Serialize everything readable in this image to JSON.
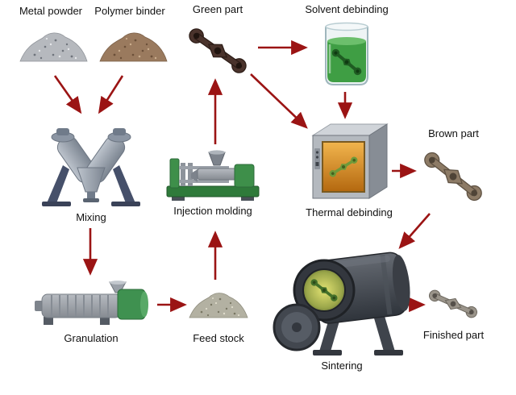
{
  "diagram": {
    "type": "process-flow",
    "nodes": {
      "metal_powder": {
        "label": "Metal powder"
      },
      "polymer_binder": {
        "label": "Polymer binder"
      },
      "green_part": {
        "label": "Green part"
      },
      "solvent_debinding": {
        "label": "Solvent debinding"
      },
      "mixing": {
        "label": "Mixing"
      },
      "injection_molding": {
        "label": "Injection molding"
      },
      "thermal_debinding": {
        "label": "Thermal debinding"
      },
      "brown_part": {
        "label": "Brown part"
      },
      "granulation": {
        "label": "Granulation"
      },
      "feed_stock": {
        "label": "Feed stock"
      },
      "sintering": {
        "label": "Sintering"
      },
      "finished_part": {
        "label": "Finished part"
      }
    },
    "edges": [
      {
        "from": "metal_powder",
        "to": "mixing"
      },
      {
        "from": "polymer_binder",
        "to": "mixing"
      },
      {
        "from": "mixing",
        "to": "granulation"
      },
      {
        "from": "granulation",
        "to": "feed_stock"
      },
      {
        "from": "feed_stock",
        "to": "injection_molding"
      },
      {
        "from": "injection_molding",
        "to": "green_part"
      },
      {
        "from": "green_part",
        "to": "solvent_debinding"
      },
      {
        "from": "green_part",
        "to": "thermal_debinding"
      },
      {
        "from": "solvent_debinding",
        "to": "thermal_debinding"
      },
      {
        "from": "thermal_debinding",
        "to": "brown_part"
      },
      {
        "from": "brown_part",
        "to": "sintering"
      },
      {
        "from": "sintering",
        "to": "finished_part"
      }
    ],
    "colors": {
      "arrow": "#9b1414",
      "background": "#ffffff",
      "label_text": "#111111",
      "solvent_liquid": "#3f9e44",
      "oven_glow": "#d98a2a",
      "furnace_glow": "#c9cf55"
    }
  }
}
